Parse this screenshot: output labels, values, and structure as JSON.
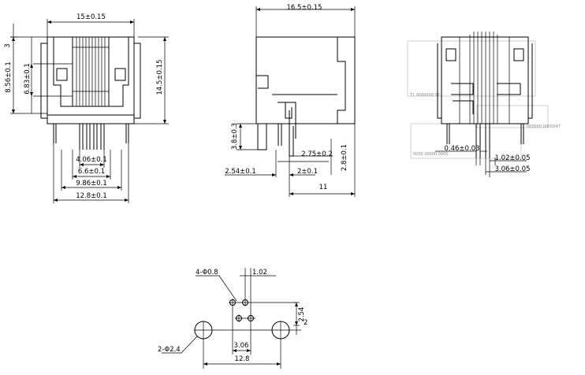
{
  "front_view": {
    "width_top": "15±0.15",
    "height_total": "14.5±0.15",
    "top_offset": "3",
    "left_height": "8.56±0.1",
    "inner_height": "6.83±0.1",
    "pin_span_inner": "4.06±0.1",
    "pin_span_mid": "6.6±0.1",
    "pin_span_outer": "9.86±0.1",
    "bottom_width": "12.8±0.1"
  },
  "side_view": {
    "depth_top": "16.5±0.15",
    "leg_height": "3.8±0.3",
    "offset_275": "2.75±0.2",
    "pin_height": "2.8±0.1",
    "pitch_254": "2.54±0.1",
    "offset_2": "2±0.1",
    "length_11": "11"
  },
  "rear_view": {
    "pitch_046": "0.46±0.03",
    "pitch_102": "1.02±0.05",
    "span_306": "3.06±0.05",
    "faint_label_1": "T1 0000000 00",
    "faint_label_2": "000000 0000047",
    "faint_label_3": "0000 00000 0000"
  },
  "footprint": {
    "holes_label": "4-Φ0.8",
    "pitch_top": "1.02",
    "pitch_vertical": "2.54",
    "offset_2": "2",
    "pitch_bottom": "3.06",
    "mount_holes_label": "2-Φ2.4",
    "width_128": "12.8"
  }
}
